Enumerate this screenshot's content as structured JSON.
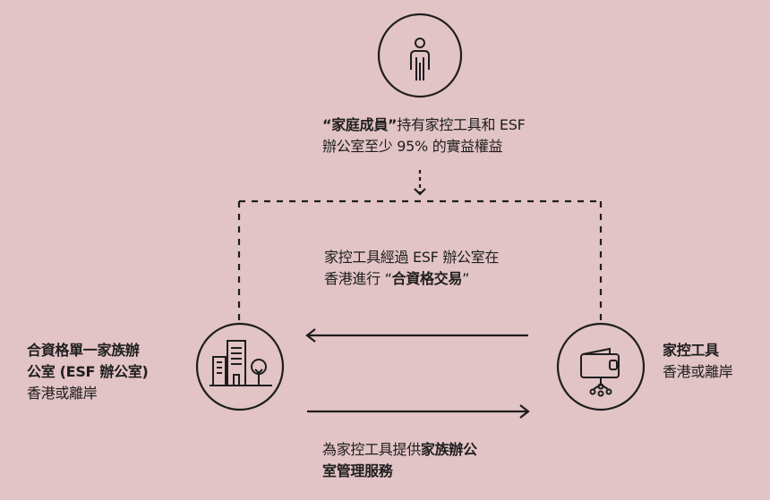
{
  "family": {
    "quote_open": "“",
    "bold": "家庭成員",
    "quote_close": "”",
    "line1_rest": "持有家控工具和 ESF",
    "line2": "辦公室至少 95% 的實益權益"
  },
  "transaction": {
    "line1": "家控工具經過 ESF 辦公室在",
    "line2_prefix": "香港進行 “",
    "line2_bold": "合資格交易",
    "line2_suffix": "”"
  },
  "esf_office": {
    "line1": "合資格單一家族辦",
    "line2": "公室 (ESF 辦公室)",
    "line3": "香港或離岸"
  },
  "vehicle": {
    "line1": "家控工具",
    "line2": "香港或離岸"
  },
  "services": {
    "prefix": "為家控工具提供",
    "bold1": "家族辦公",
    "bold2": "室管理服務"
  },
  "colors": {
    "background": "#e2c3c6",
    "stroke": "#1e1e1e"
  }
}
